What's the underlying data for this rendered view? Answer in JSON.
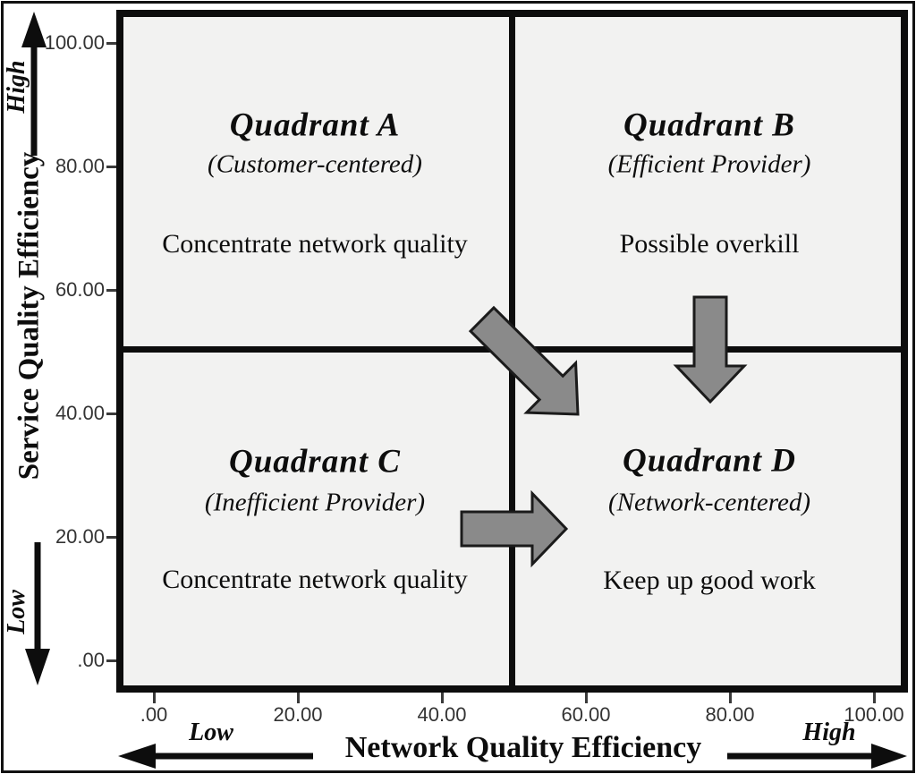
{
  "figure": {
    "plot_bg": "#f2f2f1",
    "line_color": "#0d0d0d",
    "flow_arrow_fill": "#8a8a8a",
    "flow_arrow_stroke": "#1b1b1b",
    "tick_color": "#3a3a3a"
  },
  "y_axis": {
    "title": "Service Quality Efficiency",
    "high_label": "High",
    "low_label": "Low",
    "ticks": [
      "100.00",
      "80.00",
      "60.00",
      "40.00",
      "20.00",
      ".00"
    ]
  },
  "x_axis": {
    "title": "Network Quality Efficiency",
    "low_label": "Low",
    "high_label": "High",
    "ticks": [
      ".00",
      "20.00",
      "40.00",
      "60.00",
      "80.00",
      "100.00"
    ]
  },
  "quadrants": [
    {
      "id": "A",
      "title": "Quadrant A",
      "subtitle": "(Customer-centered)",
      "note": "Concentrate network quality"
    },
    {
      "id": "B",
      "title": "Quadrant B",
      "subtitle": "(Efficient Provider)",
      "note": "Possible overkill"
    },
    {
      "id": "C",
      "title": "Quadrant C",
      "subtitle": "(Inefficient Provider)",
      "note": "Concentrate network quality"
    },
    {
      "id": "D",
      "title": "Quadrant D",
      "subtitle": "(Network-centered)",
      "note": "Keep up good work"
    }
  ],
  "arrows": [
    {
      "name": "flow-arrow-a-to-d",
      "meaning": "diagonal flow from Quadrant A toward Quadrant D"
    },
    {
      "name": "flow-arrow-b-down",
      "meaning": "downward flow from Quadrant B toward Quadrant D"
    },
    {
      "name": "flow-arrow-c-to-d",
      "meaning": "rightward flow from Quadrant C toward Quadrant D"
    }
  ],
  "chart_data": {
    "type": "scatter",
    "title": "",
    "xlabel": "Network Quality Efficiency",
    "ylabel": "Service Quality Efficiency",
    "xlim": [
      0,
      100
    ],
    "ylim": [
      0,
      100
    ],
    "x_ticks": [
      0,
      20,
      40,
      60,
      80,
      100
    ],
    "y_ticks": [
      0,
      20,
      40,
      60,
      80,
      100
    ],
    "reference_lines": {
      "x": 50,
      "y": 50
    },
    "grid": false,
    "series": [],
    "annotations": [
      "Quadrant A (Customer-centered): Concentrate network quality",
      "Quadrant B (Efficient Provider): Possible overkill",
      "Quadrant C (Inefficient Provider): Concentrate network quality",
      "Quadrant D (Network-centered): Keep up good work"
    ]
  }
}
